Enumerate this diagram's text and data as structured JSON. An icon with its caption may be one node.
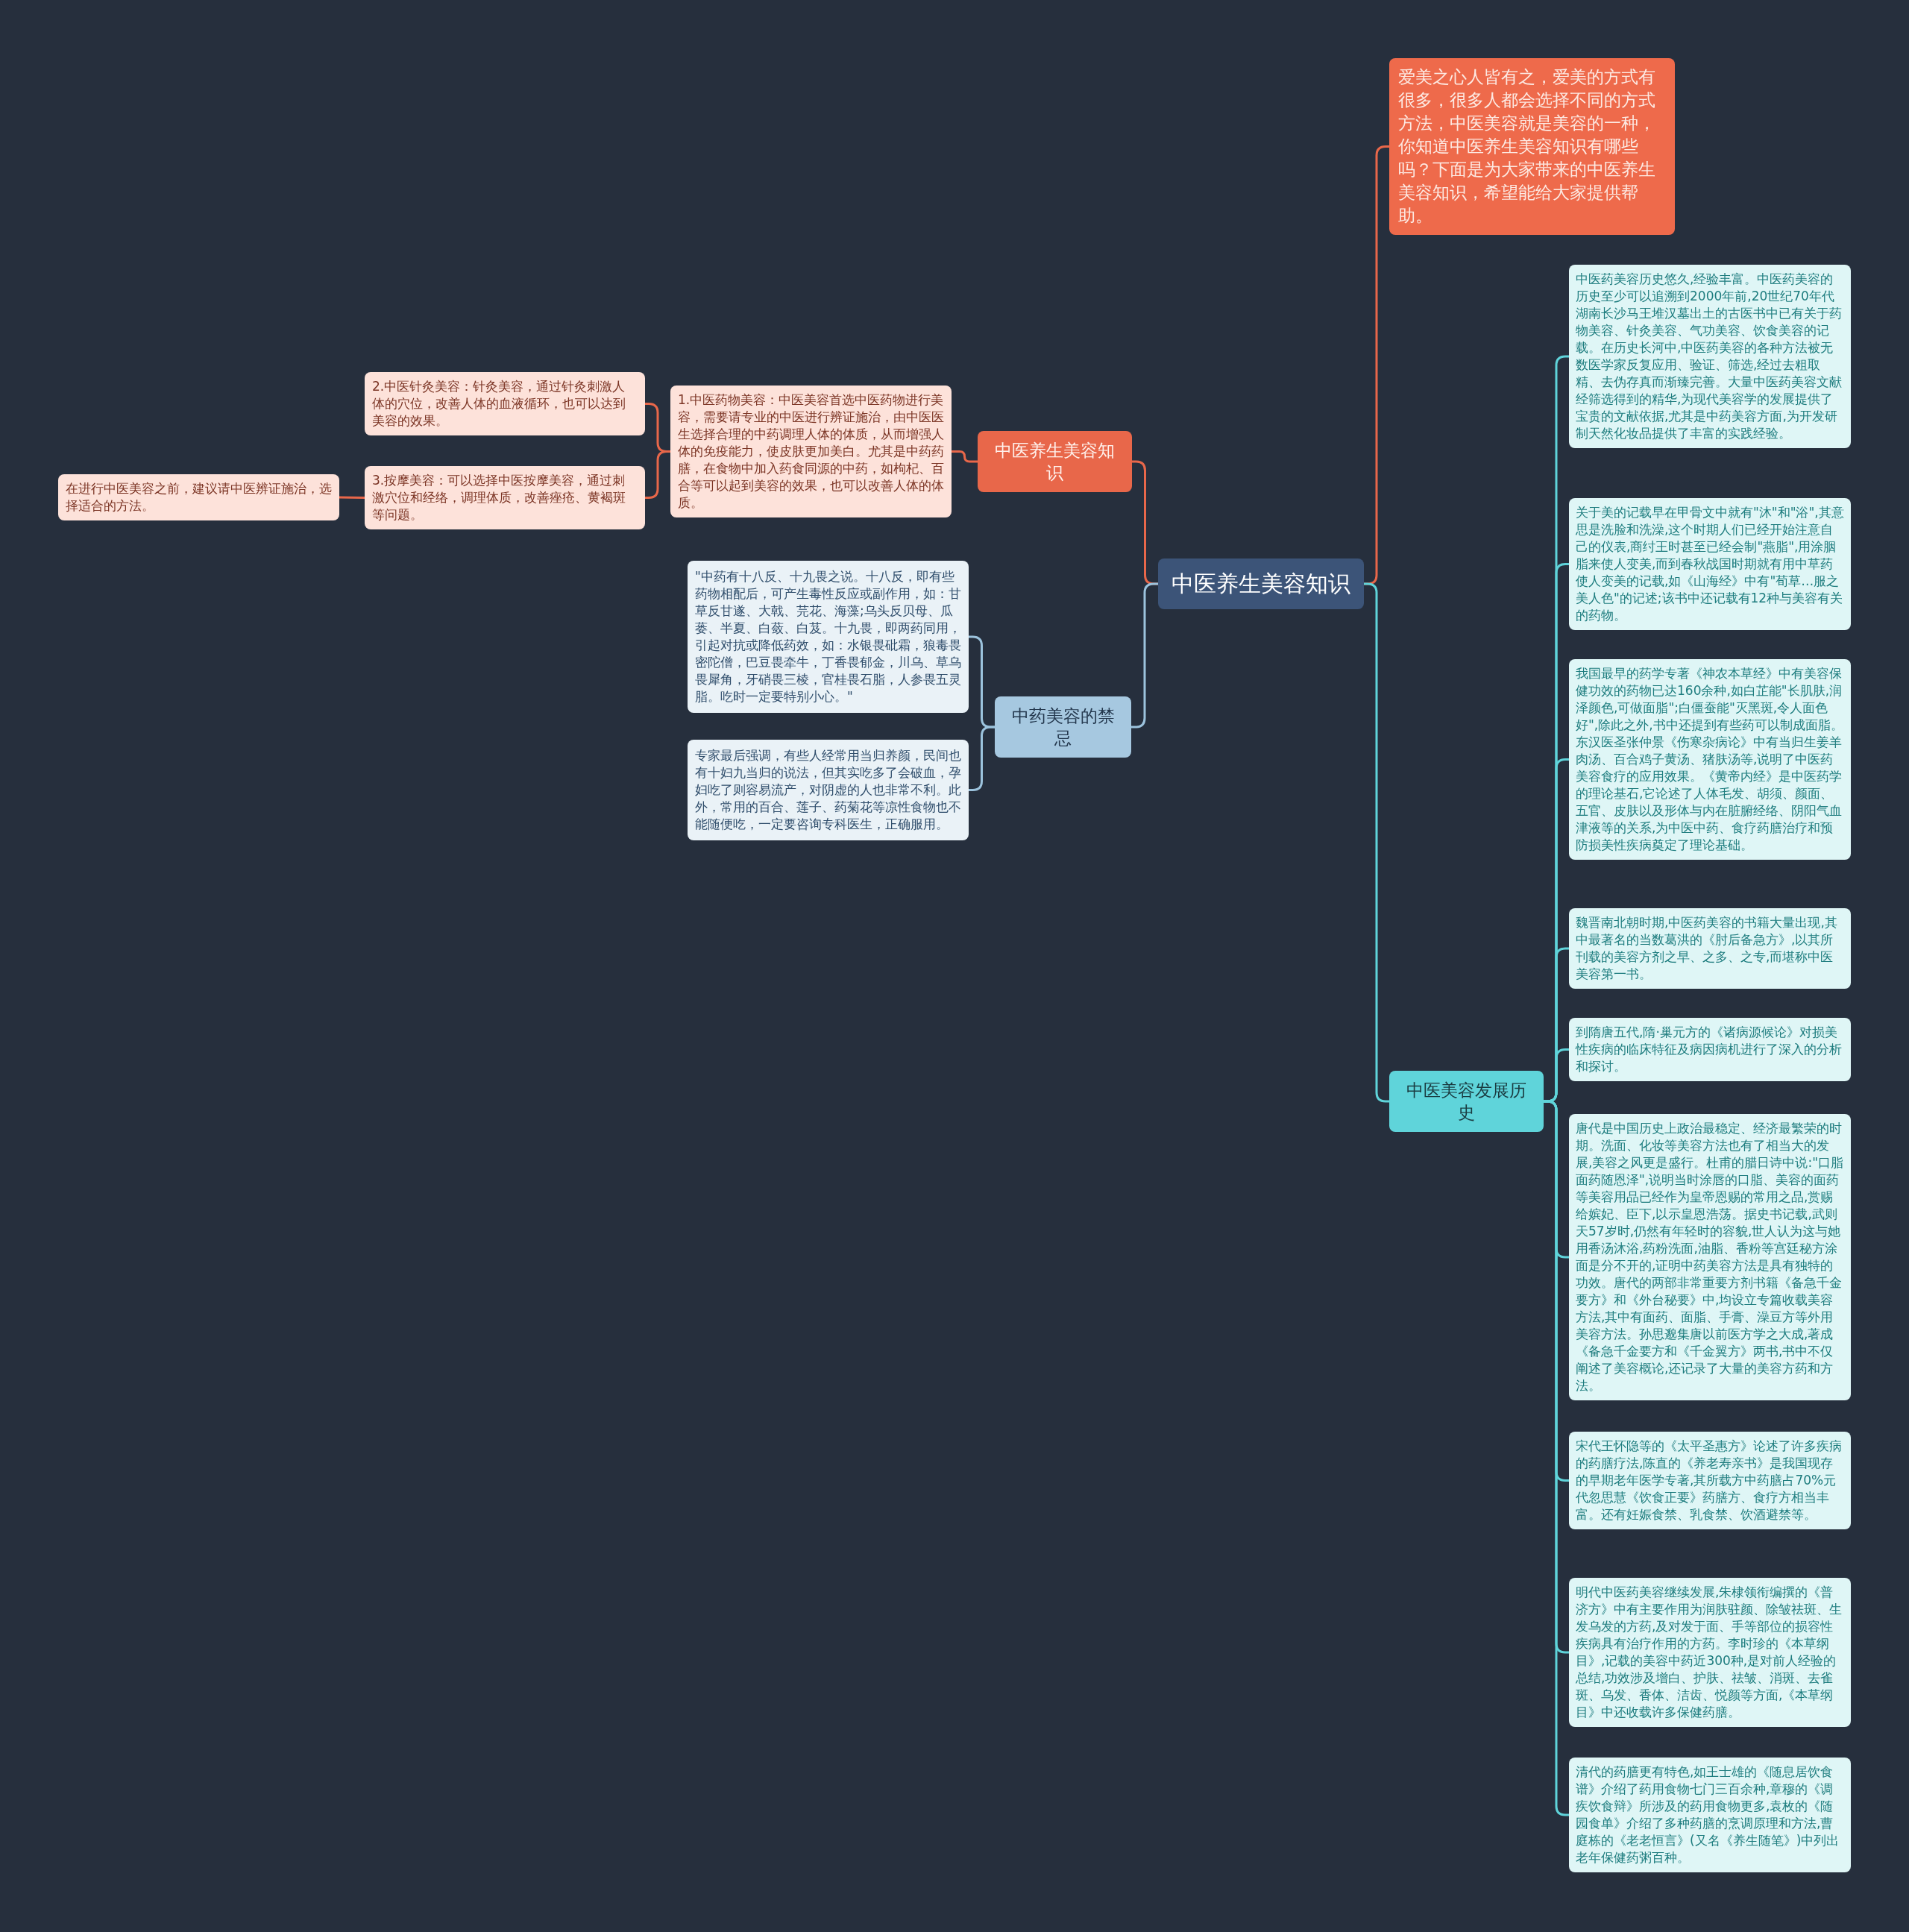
{
  "diagram": {
    "nodes": [
      {
        "text": [
          "中医养生美容知识"
        ]
      },
      {
        "text": [
          "爱美之心人皆有之，爱美的方式有很多，很多人都会选择不同的方式方法，中医美容就是美容的一种，你知道中医养生美容知识有哪些吗？下面是为大家带来的中医养生美容知识，希望能给大家提供帮助。"
        ]
      },
      {
        "text": [
          "中医养生美容知识"
        ]
      },
      {
        "text": [
          "1.中医药物美容：中医美容首选中医药物进行美容，需要请专业的中医进行辨证施治，由中医医生选择合理的中药调理人体的体质，从而增强人体的免疫能力，使皮肤更加美白。尤其是中药药膳，在食物中加入药食同源的中药，如枸杞、百合等可以起到美容的效果，也可以改善人体的体质。"
        ]
      },
      {
        "text": [
          "2.中医针灸美容：针灸美容，通过针灸刺激人体的穴位，改善人体的血液循环，也可以达到美容的效果。"
        ]
      },
      {
        "text": [
          "3.按摩美容：可以选择中医按摩美容，通过刺激穴位和经络，调理体质，改善痤疮、黄褐斑等问题。"
        ]
      },
      {
        "text": [
          "在进行中医美容之前，建议请中医辨证施治，选择适合的方法。"
        ]
      },
      {
        "text": [
          "中药美容的禁忌"
        ]
      },
      {
        "text": [
          "\"中药有十八反、十九畏之说。十八反，即有些药物相配后，可产生毒性反应或副作用，如：甘草反甘遂、大戟、芫花、海藻;乌头反贝母、瓜蒌、半夏、白蔹、白芨。十九畏，即两药同用，引起对抗或降低药效，如：水银畏砒霜，狼毒畏密陀僧，巴豆畏牵牛，丁香畏郁金，川乌、草乌畏犀角，牙硝畏三棱，官桂畏石脂，人参畏五灵脂。吃时一定要特别小心。\""
        ]
      },
      {
        "text": [
          "专家最后强调，有些人经常用当归养颜，民间也有十妇九当归的说法，但其实吃多了会破血，孕妇吃了则容易流产，对阴虚的人也非常不利。此外，常用的百合、莲子、药菊花等凉性食物也不能随便吃，一定要咨询专科医生，正确服用。"
        ]
      },
      {
        "text": [
          "中医美容发展历史"
        ]
      },
      {
        "text": [
          "中医药美容历史悠久,经验丰富。中医药美容的历史至少可以追溯到2000年前,20世纪70年代湖南长沙马王堆汉墓出土的古医书中已有关于药物美容、针灸美容、气功美容、饮食美容的记载。在历史长河中,中医药美容的各种方法被无数医学家反复应用、验证、筛选,经过去粗取精、去伪存真而渐臻完善。大量中医药美容文献经筛选得到的精华,为现代美容学的发展提供了宝贵的文献依据,尤其是中药美容方面,为开发研制天然化妆品提供了丰富的实践经验。"
        ]
      },
      {
        "text": [
          "关于美的记载早在甲骨文中就有\"沐\"和\"浴\",其意思是洗脸和洗澡,这个时期人们已经开始注意自己的仪表,商纣王时甚至已经会制\"燕脂\",用涂胭脂来使人变美,而到春秋战国时期就有用中草药使人变美的记载,如《山海经》中有\"荀草…服之美人色\"的记述;该书中还记载有12种与美容有关的药物。"
        ]
      },
      {
        "text": [
          "我国最早的药学专著《神农本草经》中有美容保健功效的药物已达160余种,如白芷能\"长肌肤,润泽颜色,可做面脂\";白僵蚕能\"灭黑斑,令人面色好\",除此之外,书中还提到有些药可以制成面脂。东汉医圣张仲景《伤寒杂病论》中有当归生姜羊肉汤、百合鸡子黄汤、猪肤汤等,说明了中医药美容食疗的应用效果。《黄帝内经》是中医药学的理论基石,它论述了人体毛发、胡须、颜面、五官、皮肤以及形体与内在脏腑经络、阴阳气血津液等的关系,为中医中药、食疗药膳治疗和预防损美性疾病奠定了理论基础。"
        ]
      },
      {
        "text": [
          "魏晋南北朝时期,中医药美容的书籍大量出现,其中最著名的当数葛洪的《肘后备急方》,以其所刊载的美容方剂之早、之多、之专,而堪称中医美容第一书。"
        ]
      },
      {
        "text": [
          "到隋唐五代,隋·巢元方的《诸病源候论》对损美性疾病的临床特征及病因病机进行了深入的分析和探讨。"
        ]
      },
      {
        "text": [
          "唐代是中国历史上政治最稳定、经济最繁荣的时期。洗面、化妆等美容方法也有了相当大的发展,美容之风更是盛行。杜甫的腊日诗中说:\"口脂面药随恩泽\",说明当时涂唇的口脂、美容的面药等美容用品已经作为皇帝恩赐的常用之品,赏赐给嫔妃、臣下,以示皇恩浩荡。据史书记载,武则天57岁时,仍然有年轻时的容貌,世人认为这与她用香汤沐浴,药粉洗面,油脂、香粉等宫廷秘方涂面是分不开的,证明中药美容方法是具有独特的功效。唐代的两部非常重要方剂书籍《备急千金要方》和《外台秘要》中,均设立专篇收载美容方法,其中有面药、面脂、手膏、澡豆方等外用美容方法。孙思邈集唐以前医方学之大成,著成《备急千金要方和《千金翼方》两书,书中不仅阐述了美容概论,还记录了大量的美容方药和方法。"
        ]
      },
      {
        "text": [
          "宋代王怀隐等的《太平圣惠方》论述了许多疾病的药膳疗法,陈直的《养老寿亲书》是我国现存的早期老年医学专著,其所载方中药膳占70%元代忽思慧《饮食正要》药膳方、食疗方相当丰富。还有妊娠食禁、乳食禁、饮酒避禁等。"
        ]
      },
      {
        "text": [
          "明代中医药美容继续发展,朱棣领衔编撰的《普济方》中有主要作用为润肤驻颜、除皱祛斑、生发乌发的方药,及对发于面、手等部位的损容性疾病具有治疗作用的方药。李时珍的《本草纲目》,记载的美容中药近300种,是对前人经验的总结,功效涉及增白、护肤、祛皱、消斑、去雀斑、乌发、香体、洁齿、悦颜等方面,《本草纲目》中还收载许多保健药膳。"
        ]
      },
      {
        "text": [
          "清代的药膳更有特色,如王士雄的《随息居饮食谱》介绍了药用食物七门三百余种,章穆的《调疾饮食辩》所涉及的药用食物更多,袁枚的《随园食单》介绍了多种药膳的烹调原理和方法,曹庭栋的《老老恒言》(又名《养生随笔》)中列出老年保健药粥百种。"
        ]
      }
    ],
    "edges": [
      {
        "from": 0,
        "to": 1,
        "arrow": "none",
        "color": "#e8674a"
      },
      {
        "from": 0,
        "to": 2,
        "arrow": "none",
        "color": "#e8674a"
      },
      {
        "from": 2,
        "to": 3,
        "arrow": "none",
        "color": "#e8674a"
      },
      {
        "from": 3,
        "to": 4,
        "arrow": "none",
        "color": "#e8674a"
      },
      {
        "from": 3,
        "to": 5,
        "arrow": "none",
        "color": "#e8674a"
      },
      {
        "from": 5,
        "to": 6,
        "arrow": "none",
        "color": "#e8674a"
      },
      {
        "from": 0,
        "to": 7,
        "arrow": "none",
        "color": "#9cc3dd"
      },
      {
        "from": 7,
        "to": 8,
        "arrow": "none",
        "color": "#9cc3dd"
      },
      {
        "from": 7,
        "to": 9,
        "arrow": "none",
        "color": "#9cc3dd"
      },
      {
        "from": 0,
        "to": 10,
        "arrow": "none"
      },
      {
        "from": 10,
        "to": 11,
        "arrow": "none"
      },
      {
        "from": 10,
        "to": 12,
        "arrow": "none"
      },
      {
        "from": 10,
        "to": 13,
        "arrow": "none"
      },
      {
        "from": 10,
        "to": 14,
        "arrow": "none"
      },
      {
        "from": 10,
        "to": 15,
        "arrow": "none"
      },
      {
        "from": 10,
        "to": 16,
        "arrow": "none"
      },
      {
        "from": 10,
        "to": 17,
        "arrow": "none"
      },
      {
        "from": 10,
        "to": 18,
        "arrow": "none"
      },
      {
        "from": 10,
        "to": 19,
        "arrow": "none"
      }
    ]
  }
}
